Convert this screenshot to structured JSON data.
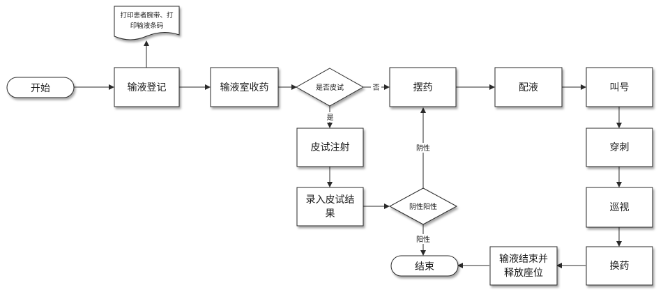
{
  "nodes": {
    "start": "开始",
    "register": "输液登记",
    "print_doc_line1": "打印患者腕带、打",
    "print_doc_line2": "印输液条码",
    "receive": "输液室收药",
    "skin_test_q": "是否皮试",
    "arrange": "摆药",
    "mix": "配液",
    "call": "叫号",
    "skin_injection": "皮试注射",
    "record_line1": "录入皮试结",
    "record_line2": "果",
    "result_q": "阴性阳性",
    "puncture": "穿刺",
    "patrol": "巡视",
    "change": "换药",
    "finish_line1": "输液结束并",
    "finish_line2": "释放座位",
    "end": "结束"
  },
  "edge_labels": {
    "no": "否",
    "yes": "是",
    "negative": "阴性",
    "positive": "阳性"
  }
}
